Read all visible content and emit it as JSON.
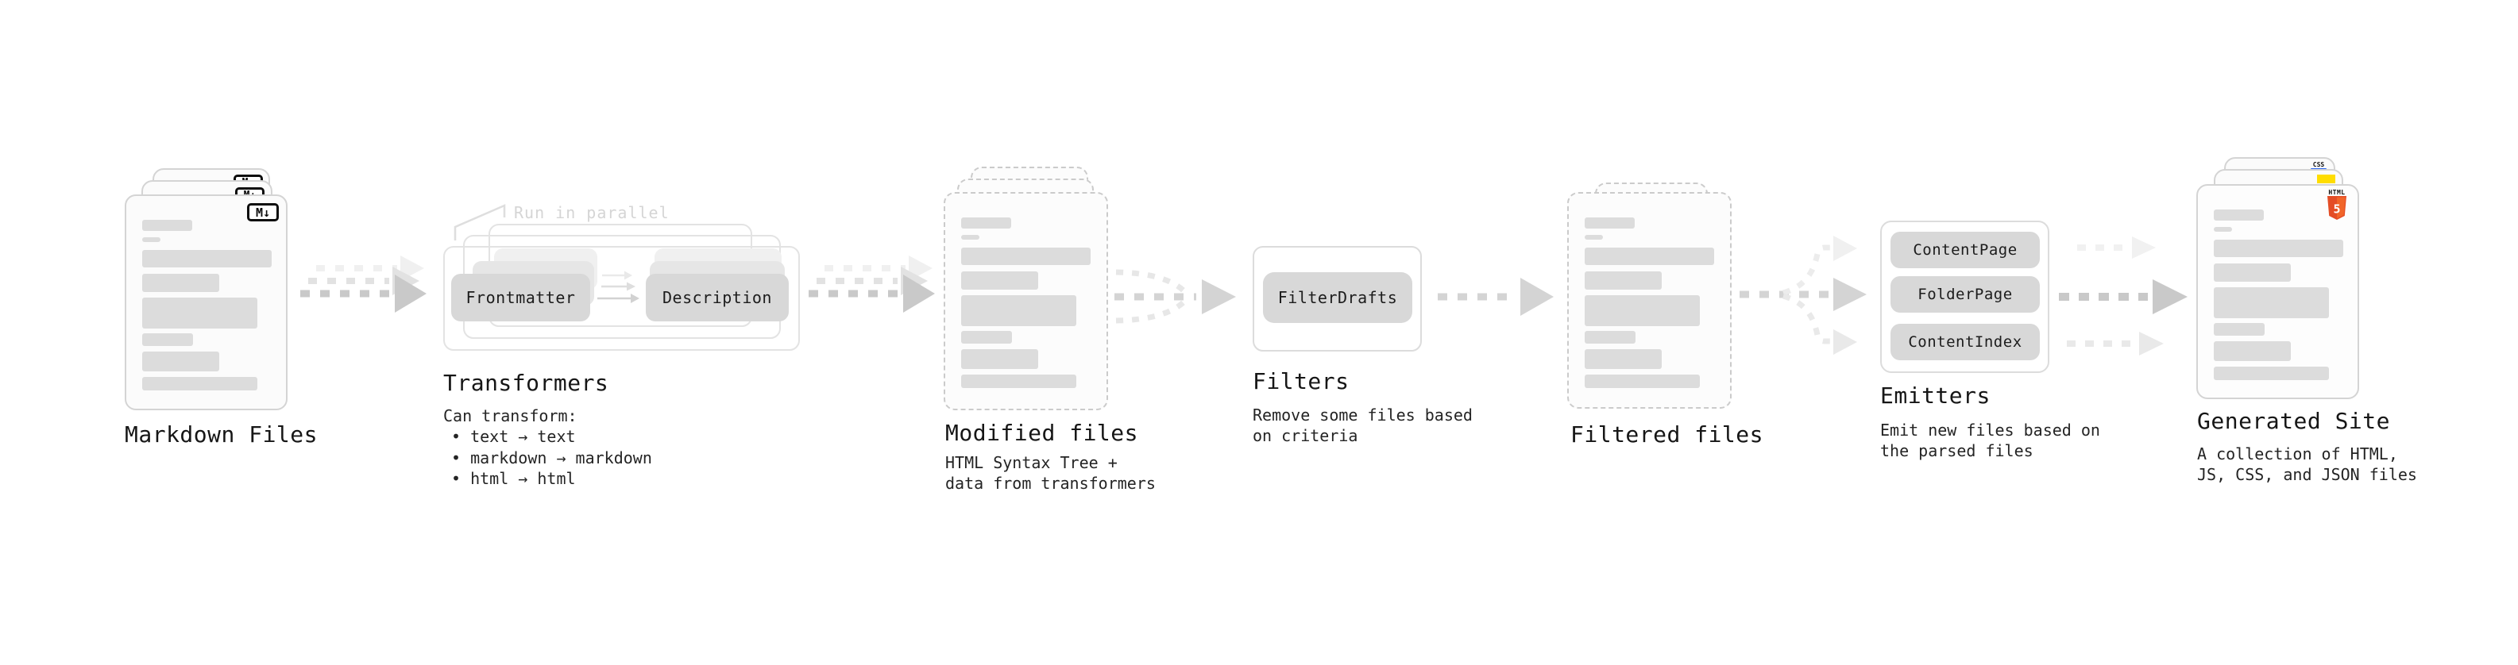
{
  "stages": {
    "markdown": {
      "title": "Markdown Files"
    },
    "transformers": {
      "title": "Transformers",
      "annotation": "Run in parallel",
      "description": "Can transform:",
      "bullets": [
        "• text → text",
        "• markdown → markdown",
        "• html → html"
      ],
      "nodes": {
        "a": "Frontmatter",
        "b": "Description"
      }
    },
    "modified": {
      "title": "Modified files",
      "subtitle": [
        "HTML Syntax Tree +",
        "data from transformers"
      ]
    },
    "filters": {
      "title": "Filters",
      "subtitle": [
        "Remove some files based",
        "on criteria"
      ],
      "nodes": {
        "a": "FilterDrafts"
      }
    },
    "filtered": {
      "title": "Filtered files"
    },
    "emitters": {
      "title": "Emitters",
      "subtitle": [
        "Emit new files based on",
        "the parsed files"
      ],
      "nodes": {
        "a": "ContentPage",
        "b": "FolderPage",
        "c": "ContentIndex"
      }
    },
    "generated": {
      "title": "Generated Site",
      "subtitle": [
        "A collection of HTML,",
        "JS, CSS, and JSON files"
      ]
    }
  },
  "icons": {
    "markdown_badge": "M↓",
    "html5_badge_top": "HTML",
    "html5_badge_num": "5",
    "css_badge": "CSS"
  },
  "colors": {
    "html5_orange": "#e44d26",
    "html5_orange_light": "#f16529",
    "js_yellow": "#ffdd00",
    "css_blue": "#2965f1",
    "arrow_front": "#c9c9c9",
    "arrow_mid": "#e2e2e2",
    "arrow_back": "#f0f0f0"
  }
}
